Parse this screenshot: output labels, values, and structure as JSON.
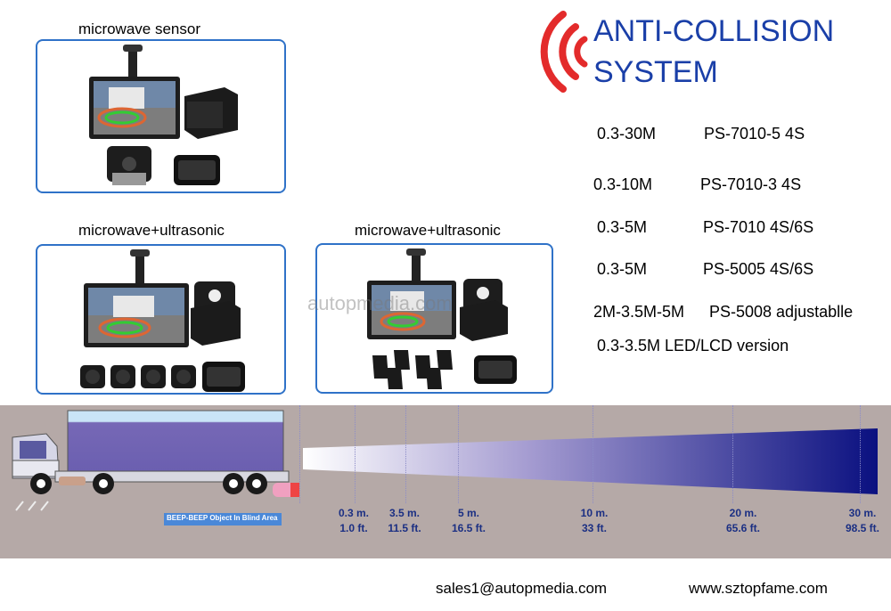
{
  "products": [
    {
      "caption": "microwave sensor"
    },
    {
      "caption": "microwave+ultrasonic"
    },
    {
      "caption": "microwave+ultrasonic"
    }
  ],
  "header": {
    "title_line1": "ANTI-COLLISION",
    "title_line2": "SYSTEM",
    "brand_color": "#1a3fa8",
    "signal_color": "#e32b2b"
  },
  "specs": [
    {
      "range": "0.3-30M",
      "model": "PS-7010-5 4S"
    },
    {
      "range": "0.3-10M",
      "model": "PS-7010-3 4S"
    },
    {
      "range": "0.3-5M",
      "model": "PS-7010 4S/6S"
    },
    {
      "range": "0.3-5M",
      "model": "PS-5005 4S/6S"
    },
    {
      "range": "2M-3.5M-5M",
      "model": "PS-5008 adjustablle"
    },
    {
      "range": "0.3-3.5M LED/LCD version",
      "model": ""
    }
  ],
  "watermark": "autopmedia.com",
  "scene": {
    "blind_area_label": "BEEP-BEEP Object In Blind Area",
    "distances": [
      {
        "m": "0.3 m.",
        "ft": "1.0 ft."
      },
      {
        "m": "3.5 m.",
        "ft": "11.5 ft."
      },
      {
        "m": "5 m.",
        "ft": "16.5 ft."
      },
      {
        "m": "10 m.",
        "ft": "33 ft."
      },
      {
        "m": "20 m.",
        "ft": "65.6 ft."
      },
      {
        "m": "30 m.",
        "ft": "98.5 ft."
      }
    ]
  },
  "footer": {
    "email": "sales1@autopmedia.com",
    "website": "www.sztopfame.com"
  }
}
